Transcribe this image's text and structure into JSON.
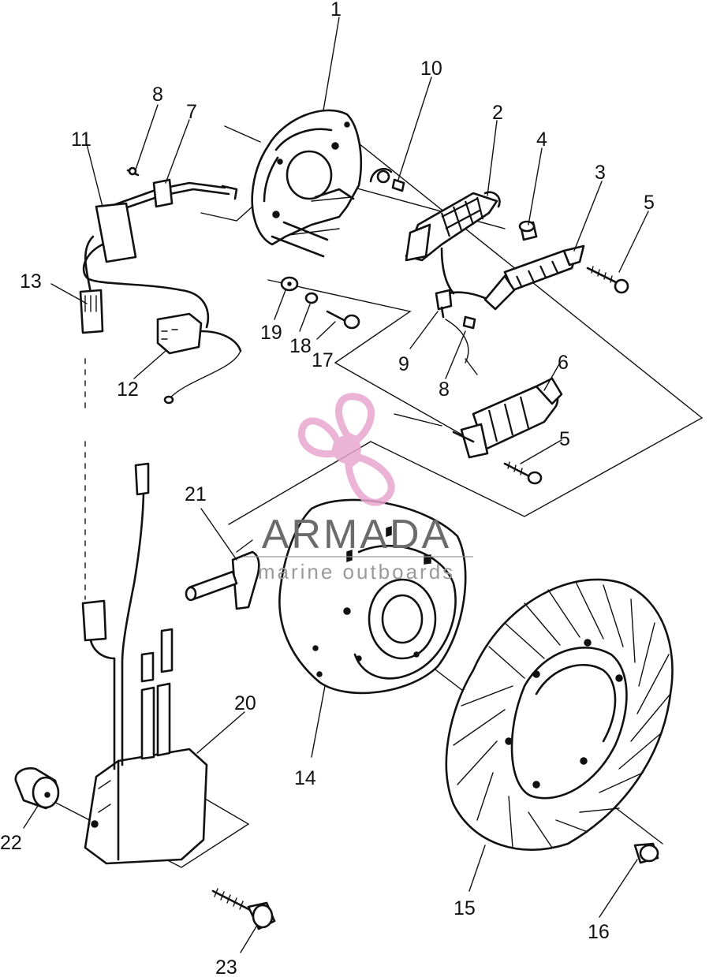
{
  "diagram": {
    "callouts": [
      {
        "id": "c1",
        "text": "1"
      },
      {
        "id": "c2",
        "text": "2"
      },
      {
        "id": "c3",
        "text": "3"
      },
      {
        "id": "c4",
        "text": "4"
      },
      {
        "id": "c5a",
        "text": "5"
      },
      {
        "id": "c5b",
        "text": "5"
      },
      {
        "id": "c6",
        "text": "6"
      },
      {
        "id": "c7",
        "text": "7"
      },
      {
        "id": "c8a",
        "text": "8"
      },
      {
        "id": "c8b",
        "text": "8"
      },
      {
        "id": "c9",
        "text": "9"
      },
      {
        "id": "c10",
        "text": "10"
      },
      {
        "id": "c11",
        "text": "11"
      },
      {
        "id": "c12",
        "text": "12"
      },
      {
        "id": "c13",
        "text": "13"
      },
      {
        "id": "c14",
        "text": "14"
      },
      {
        "id": "c15",
        "text": "15"
      },
      {
        "id": "c16",
        "text": "16"
      },
      {
        "id": "c17",
        "text": "17"
      },
      {
        "id": "c18",
        "text": "18"
      },
      {
        "id": "c19",
        "text": "19"
      },
      {
        "id": "c20",
        "text": "20"
      },
      {
        "id": "c21",
        "text": "21"
      },
      {
        "id": "c22",
        "text": "22"
      },
      {
        "id": "c23",
        "text": "23"
      }
    ]
  },
  "watermark": {
    "brand": "ARMADA",
    "tagline": "marine outboards",
    "logo_icon": "propeller-icon",
    "logo_color": "#e8a6cf",
    "text_color": "#6b6b6b"
  }
}
